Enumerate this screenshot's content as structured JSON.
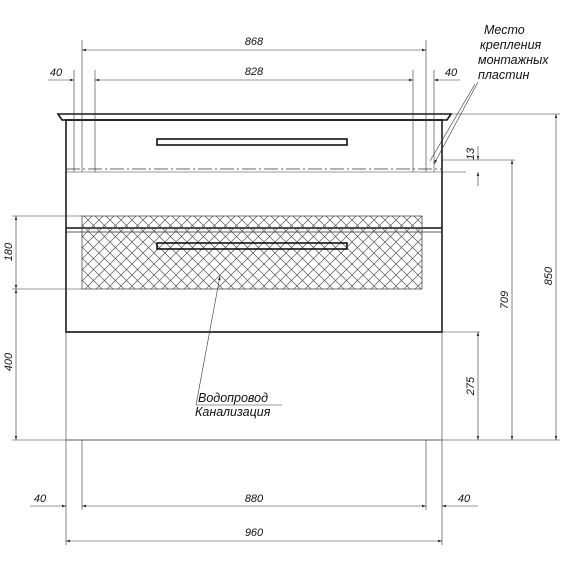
{
  "dimensions": {
    "top_overall": "868",
    "top_inner": "828",
    "top_left_margin": "40",
    "top_right_margin": "40",
    "plate_offset": "13",
    "left_upper": "180",
    "left_lower": "400",
    "right_275": "275",
    "right_709": "709",
    "right_850": "850",
    "bottom_inner": "880",
    "bottom_left_margin": "40",
    "bottom_right_margin": "40",
    "bottom_overall": "960"
  },
  "labels": {
    "mount_line1": "Место",
    "mount_line2": "крепления",
    "mount_line3": "монтажных",
    "mount_line4": "пластин",
    "pipe_line1": "Водопровод",
    "pipe_line2": "Канализация"
  },
  "colors": {
    "line": "#222222",
    "hatch": "#555555"
  }
}
